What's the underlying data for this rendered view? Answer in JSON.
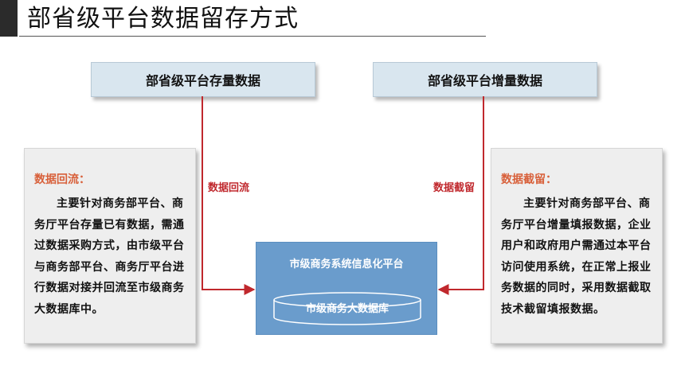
{
  "slide": {
    "title": "部省级平台数据留存方式"
  },
  "sources": {
    "left": "部省级平台存量数据",
    "right": "部省级平台增量数据"
  },
  "flows": {
    "left_label": "数据回流",
    "right_label": "数据截留"
  },
  "left_panel": {
    "heading": "数据回流：",
    "body": "主要针对商务部平台、商务厅平台存量已有数据，需通过数据采购方式，由市级平台与商务部平台、商务厅平台进行数据对接并回流至市级商务大数据库中。"
  },
  "right_panel": {
    "heading": "数据截留：",
    "body": "主要针对商务部平台、商务厅平台增量填报数据，企业用户和政府用户需通过本平台访问使用系统，在正常上报业务数据的同时，采用数据截取技术截留填报数据。"
  },
  "platform": {
    "title": "市级商务系统信息化平台",
    "database": "市级商务大数据库"
  },
  "colors": {
    "arrow": "#c0282d",
    "heading": "#d8603a",
    "platform": "#6a9ccc",
    "source_box": "#d9e6ef"
  }
}
